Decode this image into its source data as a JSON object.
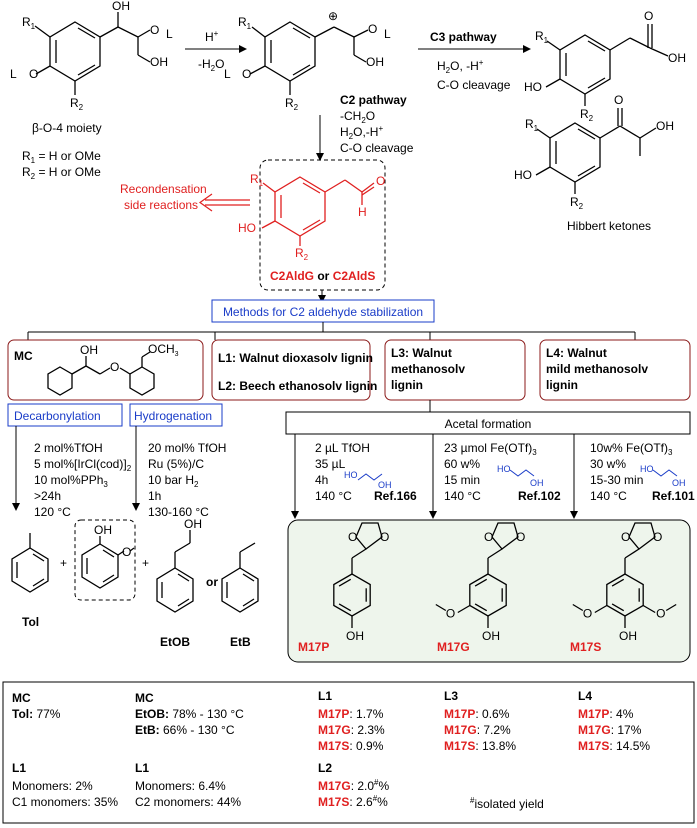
{
  "top": {
    "h_plus": "H",
    "h_plus_sup": "+",
    "minus_h2o": "-H",
    "minus_h2o_sub": "2",
    "minus_h2o_end": "O",
    "c3_title": "C3 pathway",
    "c3_line1": "H",
    "c3_line1_sub": "2",
    "c3_line1_end": "O, -H",
    "c3_line1_sup": "+",
    "c3_line2": "C-O cleavage",
    "c2_title": "C2 pathway",
    "c2_line1": "-CH",
    "c2_line1_sub": "2",
    "c2_line1_end": "O",
    "c2_line2": "H",
    "c2_line2_sub": "2",
    "c2_line2_end": "O,-H",
    "c2_line2_sup": "+",
    "c2_line3": "C-O cleavage",
    "beta_label": "β-O-4 moiety",
    "r1_def": "R",
    "r1_def_sub": "1",
    "r1_def_end": " = H or OMe",
    "r2_def": "R",
    "r2_def_sub": "2",
    "r2_def_end": " = H or OMe",
    "hibbert": "Hibbert ketones",
    "recond_1": "Recondensation",
    "recond_2": "side reactions",
    "c2aldg": "C2AldG",
    "or_word": " or ",
    "c2alds": "C2AldS",
    "atoms": {
      "OH": "OH",
      "O": "O",
      "L": "L",
      "H": "H",
      "HO": "HO",
      "R1": "R",
      "R1sub": "1",
      "R2": "R",
      "R2sub": "2",
      "plus": "⊕",
      "Lo": "L"
    }
  },
  "methods_title": "Methods for C2 aldehyde stabilization",
  "categories": {
    "mc": "MC",
    "mc_och3": "OCH",
    "mc_och3_sub": "3",
    "l1": "L1: Walnut dioxasolv lignin",
    "l2": "L2: Beech ethanosolv lignin",
    "l3_1": "L3: Walnut",
    "l3_2": "methanosolv",
    "l3_3": "lignin",
    "l4_1": "L4: Walnut",
    "l4_2": "mild methanosolv",
    "l4_3": "lignin"
  },
  "decarb": {
    "title": "Decarbonylation",
    "lines": [
      "2 mol%TfOH",
      "5 mol%[IrCl(cod)]",
      "10 mol%PPh",
      ">24h",
      "120 °C"
    ],
    "subs": [
      "",
      "2",
      "3",
      "",
      ""
    ]
  },
  "hydro": {
    "title": "Hydrogenation",
    "lines": [
      "20 mol% TfOH",
      "Ru (5%)/C",
      "10 bar H",
      "1h",
      "130-160 °C"
    ],
    "subs": [
      "",
      "",
      "2",
      "",
      ""
    ]
  },
  "acetal": {
    "title": "Acetal formation",
    "c1": [
      "2 µL TfOH",
      "35 µL",
      "4h",
      "140 °C"
    ],
    "c1_ref": "Ref.166",
    "c2": [
      "23 µmol Fe(OTf)",
      "60 w%",
      "15 min",
      "140 °C"
    ],
    "c2_sub": "3",
    "c2_ref": "Ref.102",
    "c3": [
      "10w% Fe(OTf)",
      "30 w%",
      "15-30 min",
      "140 °C"
    ],
    "c3_sub": "3",
    "c3_ref": "Ref.101"
  },
  "products": {
    "tol": "Tol",
    "etob": "EtOB",
    "etb": "EtB",
    "or_word": "or",
    "plus": "+",
    "m17p": "M17P",
    "m17g": "M17G",
    "m17s": "M17S"
  },
  "results": {
    "mc1_title": "MC",
    "mc1_tol_label": "Tol:",
    "mc1_tol_val": " 77%",
    "mc2_title": "MC",
    "mc2_etob_label": "EtOB:",
    "mc2_etob_val": " 78% - 130 °C",
    "mc2_etb_label": "EtB:",
    "mc2_etb_val": " 66% - 130 °C",
    "l1a_title": "L1",
    "l1a_mono": "Monomers: 2%",
    "l1a_c1": "C1 monomers: 35%",
    "l1b_title": "L1",
    "l1b_mono": "Monomers: 6.4%",
    "l1b_c2": "C2 monomers: 44%",
    "l1c_title": "L1",
    "l1c_rows": [
      [
        "M17P",
        ": 1.7%"
      ],
      [
        "M17G",
        ": 2.3%"
      ],
      [
        "M17S",
        ": 0.9%"
      ]
    ],
    "l2_title": "L2",
    "l2_rows": [
      [
        "M17G",
        ": 2.0",
        "#",
        "%"
      ],
      [
        "M17S",
        ": 2.6",
        "#",
        "%"
      ]
    ],
    "l3_title": "L3",
    "l3_rows": [
      [
        "M17P",
        ": 0.6%"
      ],
      [
        "M17G",
        ": 7.2%"
      ],
      [
        "M17S",
        ": 13.8%"
      ]
    ],
    "l4_title": "L4",
    "l4_rows": [
      [
        "M17P",
        ": 4%"
      ],
      [
        "M17G",
        ": 17%"
      ],
      [
        "M17S",
        ": 14.5%"
      ]
    ],
    "isolated_mark": "#",
    "isolated": "isolated yield"
  }
}
